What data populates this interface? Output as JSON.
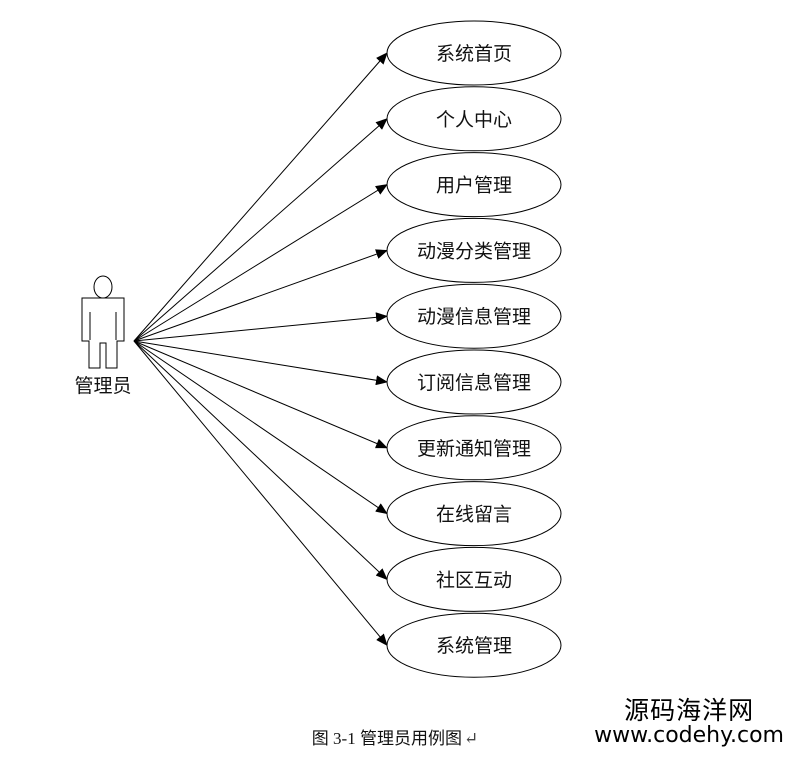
{
  "actor": {
    "name": "管理员"
  },
  "use_cases": [
    {
      "label": "系统首页"
    },
    {
      "label": "个人中心"
    },
    {
      "label": "用户管理"
    },
    {
      "label": "动漫分类管理"
    },
    {
      "label": "动漫信息管理"
    },
    {
      "label": "订阅信息管理"
    },
    {
      "label": "更新通知管理"
    },
    {
      "label": "在线留言"
    },
    {
      "label": "社区互动"
    },
    {
      "label": "系统管理"
    }
  ],
  "caption": {
    "text": "图 3-1  管理员用例图",
    "mark": "↵"
  },
  "watermark": {
    "name": "源码海洋网",
    "url": "www.codehy.com"
  }
}
